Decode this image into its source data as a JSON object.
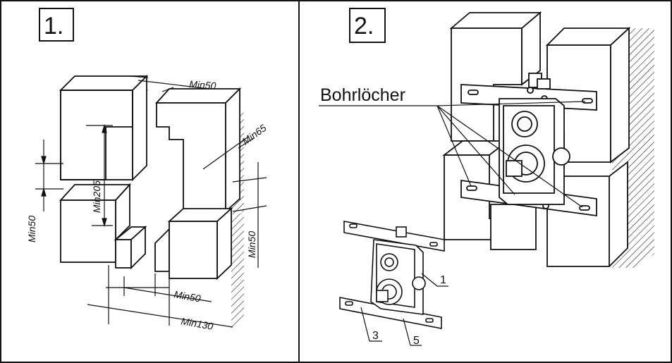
{
  "panel1": {
    "step": "1.",
    "dims": {
      "min50_top": "Min50",
      "min65": "Min65",
      "min205": "Min205",
      "min50_left": "Min50",
      "min50_right": "Min50",
      "min50_bottom": "Min50",
      "min130": "Min130"
    }
  },
  "panel2": {
    "step": "2.",
    "callout": "Bohrlöcher",
    "parts": {
      "p1": "1",
      "p3": "3",
      "p5": "5"
    }
  }
}
